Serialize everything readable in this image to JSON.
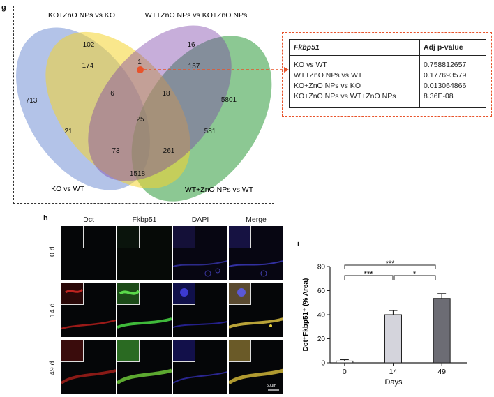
{
  "panel_g": {
    "letter": "g",
    "sets": [
      {
        "label": "KO+ZnO NPs vs KO",
        "color": "#f0a030"
      },
      {
        "label": "WT+ZnO NPs vs KO+ZnO NPs",
        "color": "#7a3fa8"
      },
      {
        "label": "KO vs WT",
        "color": "#4a6fc8"
      },
      {
        "label": "WT+ZnO NPs vs WT",
        "color": "#2e9a3a"
      }
    ],
    "counts": {
      "n102": "102",
      "n16": "16",
      "n1": "1",
      "n174": "174",
      "n157": "157",
      "n713": "713",
      "n6": "6",
      "n18": "18",
      "n5801": "5801",
      "n25": "25",
      "n21": "21",
      "n581": "581",
      "n73": "73",
      "n261": "261",
      "n1518": "1518"
    },
    "table": {
      "header_gene": "Fkbp51",
      "header_value": "Adj p-value",
      "rows": [
        {
          "comparison": "KO vs WT",
          "value": "0.758812657"
        },
        {
          "comparison": "WT+ZnO NPs vs WT",
          "value": "0.177693579"
        },
        {
          "comparison": "KO+ZnO NPs vs KO",
          "value": "0.013064866"
        },
        {
          "comparison": "KO+ZnO NPs vs WT+ZnO NPs",
          "value": "8.36E-08"
        }
      ]
    }
  },
  "panel_h": {
    "letter": "h",
    "columns": [
      "Dct",
      "Fkbp51",
      "DAPI",
      "Merge"
    ],
    "rows": [
      "0 d",
      "14 d",
      "49 d"
    ],
    "scale_bar": "50μm"
  },
  "panel_i": {
    "letter": "i",
    "significance": {
      "left": "***",
      "top": "***",
      "right": "*"
    }
  },
  "chart_data": {
    "type": "bar",
    "categories": [
      "0",
      "14",
      "49"
    ],
    "values": [
      1.5,
      40,
      53.5
    ],
    "errors": [
      1.2,
      3.5,
      4
    ],
    "colors": [
      "#ffffff",
      "#d4d4dc",
      "#6c6c74"
    ],
    "xlabel": "Days",
    "ylabel": "Dct⁺Fkbp51⁺ (% Area)",
    "ylim": [
      0,
      80
    ],
    "yticks": [
      "0",
      "20",
      "40",
      "60",
      "80"
    ]
  }
}
